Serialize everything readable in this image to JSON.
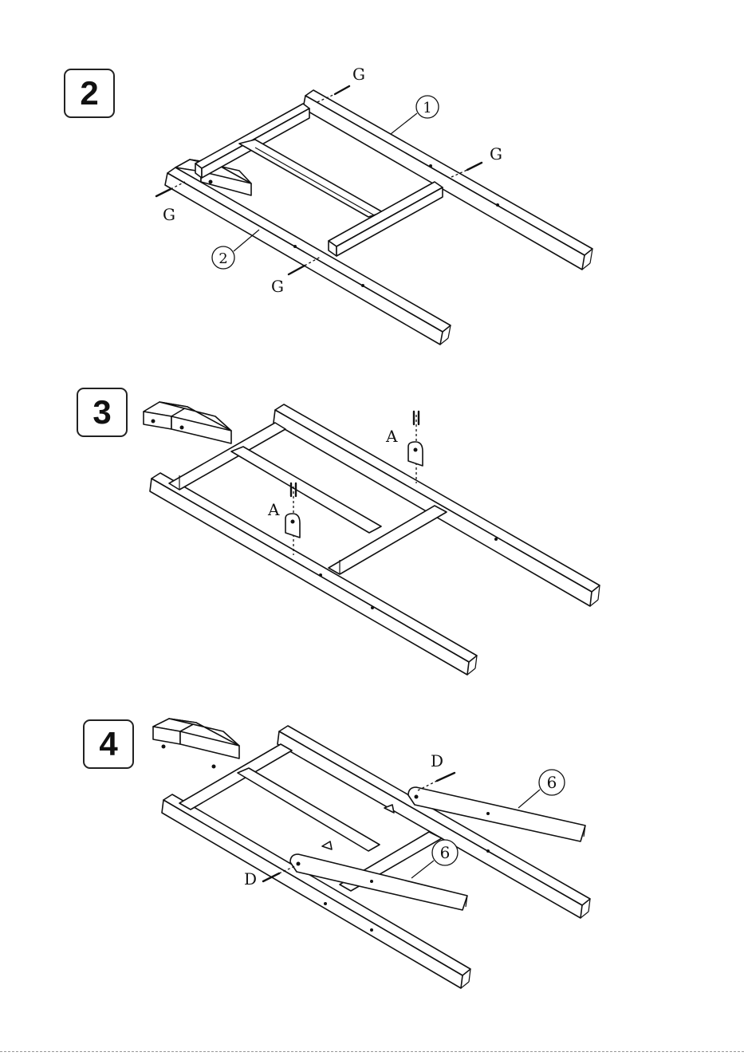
{
  "steps": [
    {
      "number": "2",
      "fastener_labels": [
        "G",
        "G",
        "G",
        "G"
      ],
      "part_callouts": [
        "1",
        "2"
      ]
    },
    {
      "number": "3",
      "fastener_labels": [
        "A",
        "A"
      ]
    },
    {
      "number": "4",
      "fastener_labels": [
        "D",
        "D"
      ],
      "part_callouts": [
        "6",
        "6"
      ]
    }
  ]
}
